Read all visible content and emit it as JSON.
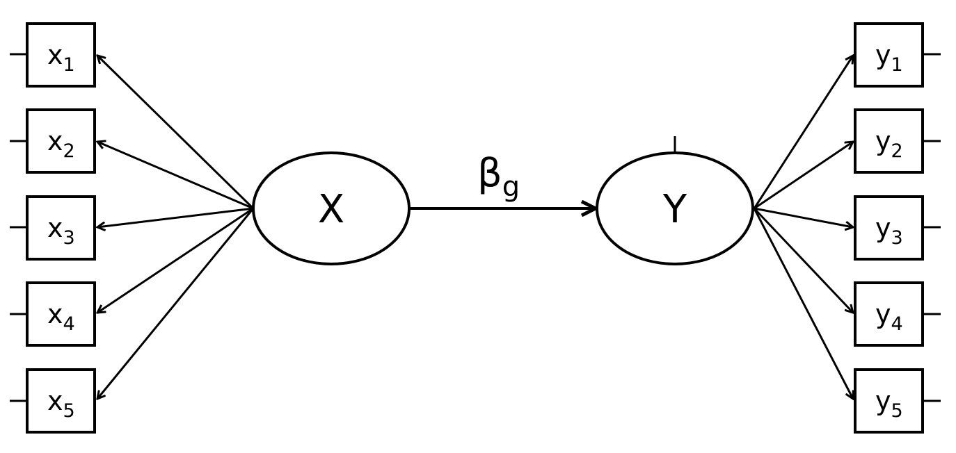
{
  "diagram": {
    "latent_x": {
      "label": "X"
    },
    "latent_y": {
      "label": "Y"
    },
    "path": {
      "symbol": "β",
      "subscript": "g"
    },
    "x_indicators": [
      {
        "name": "x",
        "index": "1"
      },
      {
        "name": "x",
        "index": "2"
      },
      {
        "name": "x",
        "index": "3"
      },
      {
        "name": "x",
        "index": "4"
      },
      {
        "name": "x",
        "index": "5"
      }
    ],
    "y_indicators": [
      {
        "name": "y",
        "index": "1"
      },
      {
        "name": "y",
        "index": "2"
      },
      {
        "name": "y",
        "index": "3"
      },
      {
        "name": "y",
        "index": "4"
      },
      {
        "name": "y",
        "index": "5"
      }
    ]
  }
}
